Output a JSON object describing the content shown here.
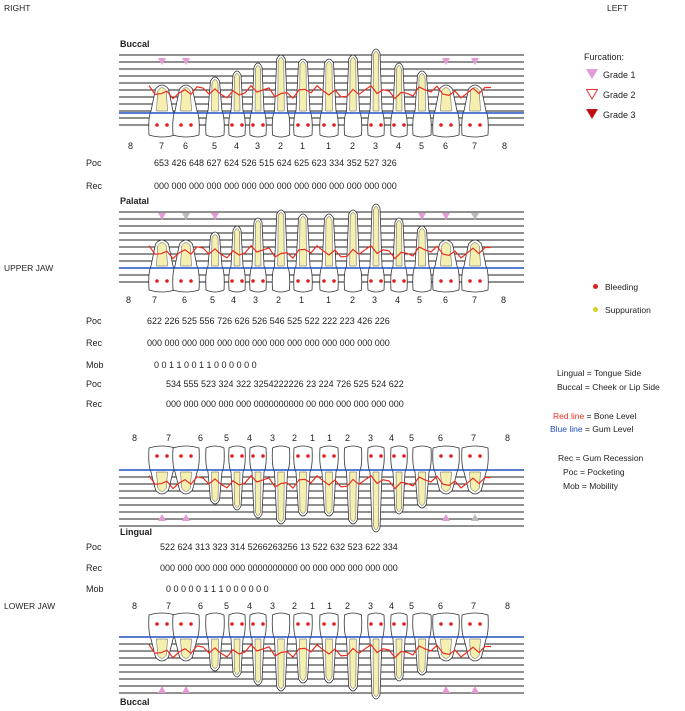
{
  "corner": {
    "right": "RIGHT",
    "left": "LEFT"
  },
  "jaw_labels": {
    "upper": "UPPER JAW",
    "lower": "LOWER JAW"
  },
  "section_titles": {
    "buccal_top": "Buccal",
    "palatal": "Palatal",
    "lingual": "Lingual",
    "buccal_bottom": "Buccal"
  },
  "tooth_numbers": [
    "8",
    "7",
    "6",
    "5",
    "4",
    "3",
    "2",
    "1",
    "1",
    "2",
    "3",
    "4",
    "5",
    "6",
    "7",
    "8"
  ],
  "rows": {
    "upper_buccal_poc": {
      "label": "Poc",
      "text": "653     426    648  627  624  526  515   624  625  623  334  352    527     326"
    },
    "upper_buccal_rec": {
      "label": "Rec",
      "text": "000     000    000  000  000  000  000   000  000  000  000  000    000     000"
    },
    "upper_palatal_poc": {
      "label": "Poc",
      "text": "622       226      525  556  726  626  526   546  525  522  222  223   426    226"
    },
    "upper_palatal_rec": {
      "label": "Rec",
      "text": "000       000      000  000  000  000  000   000  000  000  000  000   000    000"
    },
    "upper_mob": {
      "label": "Mob",
      "text": "0           0        1     1     0     0     1      1     0     0     0     0      0       0"
    },
    "lower_lingual_poc": {
      "label": "Poc",
      "text": "534      555  523  324   322  3254222226 23  224    726  525  524    622"
    },
    "lower_lingual_rec": {
      "label": "Rec",
      "text": "000      000  000  000   000  0000000000 00  000    000  000  000    000"
    },
    "lower_buccal_poc": {
      "label": "Poc",
      "text": "522      624  313  323   314  5266263256 13  522    632  523  622    334"
    },
    "lower_buccal_rec": {
      "label": "Rec",
      "text": "000      000  000  000   000  0000000000 00  000    000  000  000    000"
    },
    "lower_mob": {
      "label": "Mob",
      "text": "0           0     0     0     0     1    1    1     0     0     0     0      0      0"
    }
  },
  "furcation_legend": {
    "title": "Furcation:",
    "items": [
      {
        "label": "Grade 1",
        "color": "#e39bd6"
      },
      {
        "label": "Grade 2",
        "color": "#e03030"
      },
      {
        "label": "Grade 3",
        "color": "#c01010"
      }
    ]
  },
  "indicator_legend": [
    {
      "label": "Bleeding",
      "color": "#e02020"
    },
    {
      "label": "Suppuration",
      "color": "#d8d020"
    }
  ],
  "definitions": {
    "lingual": "Lingual = Tongue Side",
    "buccal": "Buccal  = Cheek or Lip Side",
    "red_line_key": "Red line",
    "red_line_rest": " = Bone Level",
    "blue_line_key": "Blue line",
    "blue_line_rest": " = Gum Level",
    "rec": "Rec = Gum Recession",
    "poc": "Poc = Pocketing",
    "mob": "Mob = Mobility"
  },
  "colors": {
    "bone_line": "#e83020",
    "gum_line": "#2050c0",
    "tooth_fill": "#f5f0b0",
    "bleed": "#e02020",
    "furcation": "#e39bd6"
  }
}
